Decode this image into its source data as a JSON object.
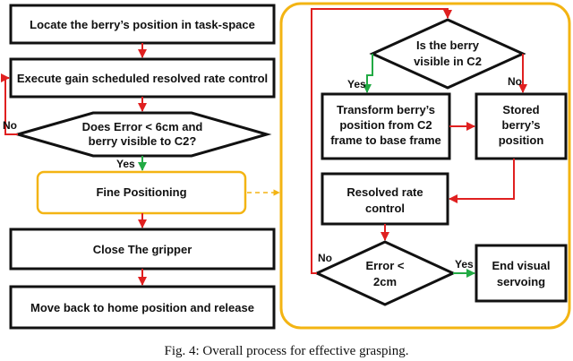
{
  "left_flow": {
    "locate": "Locate the berry’s position in task-space",
    "execute": "Execute gain scheduled resolved rate control",
    "decision_line1": "Does Error < 6cm and",
    "decision_line2": "berry visible to C2?",
    "yes": "Yes",
    "no": "No",
    "fine": "Fine Positioning",
    "close": "Close The gripper",
    "move": "Move back to home position and release"
  },
  "right_flow": {
    "visible_line1": "Is the berry",
    "visible_line2": "visible in C2",
    "yes": "Yes",
    "no": "No",
    "transform_line1": "Transform berry’s",
    "transform_line2": "position from C2",
    "transform_line3": "frame to base frame",
    "stored_line1": "Stored",
    "stored_line2": "berry’s",
    "stored_line3": "position",
    "resolved_line1": "Resolved rate",
    "resolved_line2": "control",
    "error_line1": "Error <",
    "error_line2": "2cm",
    "no_loop": "No",
    "yes_end": "Yes",
    "end_line1": "End visual",
    "end_line2": "servoing"
  },
  "caption": "Fig. 4: Overall process for effective grasping.",
  "colors": {
    "arrow_red": "#e02020",
    "arrow_green": "#22aa44",
    "panel_orange": "#f3b413",
    "box_border": "#111111"
  }
}
